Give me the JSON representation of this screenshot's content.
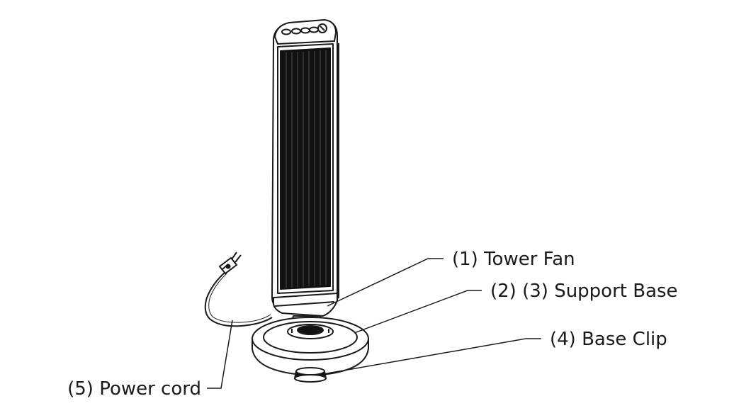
{
  "diagram": {
    "subject": "tower fan",
    "parts": {
      "tower_fan": "(1) Tower Fan",
      "support_base": "(2) (3) Support Base",
      "base_clip": "(4) Base Clip",
      "power_cord": "(5) Power cord"
    }
  },
  "colors": {
    "line": "#1a1a1a",
    "fill": "#ffffff",
    "panel": "#111111"
  }
}
